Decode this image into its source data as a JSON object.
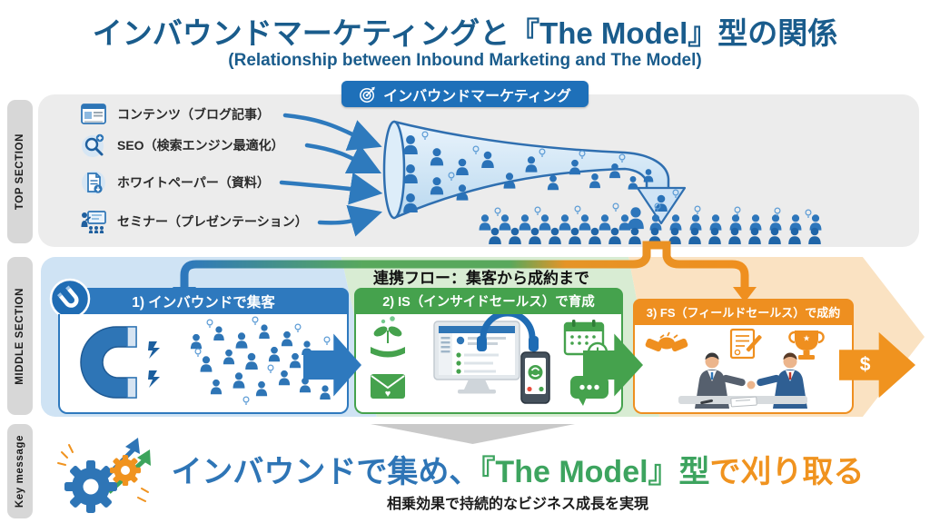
{
  "header": {
    "title": "インバウンドマーケティングと『The Model』型の関係",
    "subtitle": "(Relationship between Inbound Marketing and The Model)"
  },
  "side_labels": {
    "top": "TOP SECTION",
    "middle": "MIDDLE SECTION",
    "bottom": "Key message"
  },
  "top_section": {
    "badge": {
      "label": "インバウンドマーケティング",
      "icon": "target-arrow-icon"
    },
    "channels": [
      {
        "label": "コンテンツ（ブログ記事）",
        "icon": "blog-article-icon"
      },
      {
        "label": "SEO（検索エンジン最適化）",
        "icon": "seo-search-icon"
      },
      {
        "label": "ホワイトペーパー（資料）",
        "icon": "whitepaper-download-icon"
      },
      {
        "label": "セミナー（プレゼンテーション）",
        "icon": "seminar-presentation-icon"
      }
    ],
    "illustrations": [
      "lead-funnel",
      "leads-crowd"
    ]
  },
  "middle_section": {
    "flow_label": "連携フロー：集客から成約まで",
    "steps": [
      {
        "title": "1) インバウンドで集客",
        "icon": "magnet-icon",
        "accent": "#2e79be"
      },
      {
        "title": "2) IS（インサイドセールス）で育成",
        "icon": "inside-sales-tools-icon",
        "accent": "#45a24d"
      },
      {
        "title": "3) FS（フィールドセールス）で成約",
        "icon": "field-sales-handshake-icon",
        "accent": "#ee8f20"
      }
    ],
    "dollar_label": "$"
  },
  "key_message": {
    "icon": "gears-growth-icon",
    "text_blue": "インバウンドで集め、",
    "text_green": "『The Model』型",
    "text_orange": "で刈り取る",
    "subtext": "相乗効果で持続的なビジネス成長を実現"
  },
  "colors": {
    "title": "#1a5c8c",
    "blue": "#2e79be",
    "green": "#45a24d",
    "orange": "#ee8f20",
    "light_blue_bg": "#cfe3f4",
    "light_green_bg": "#d8ecd3",
    "light_orange_bg": "#fae2c2",
    "panel_gray": "#ececec"
  }
}
